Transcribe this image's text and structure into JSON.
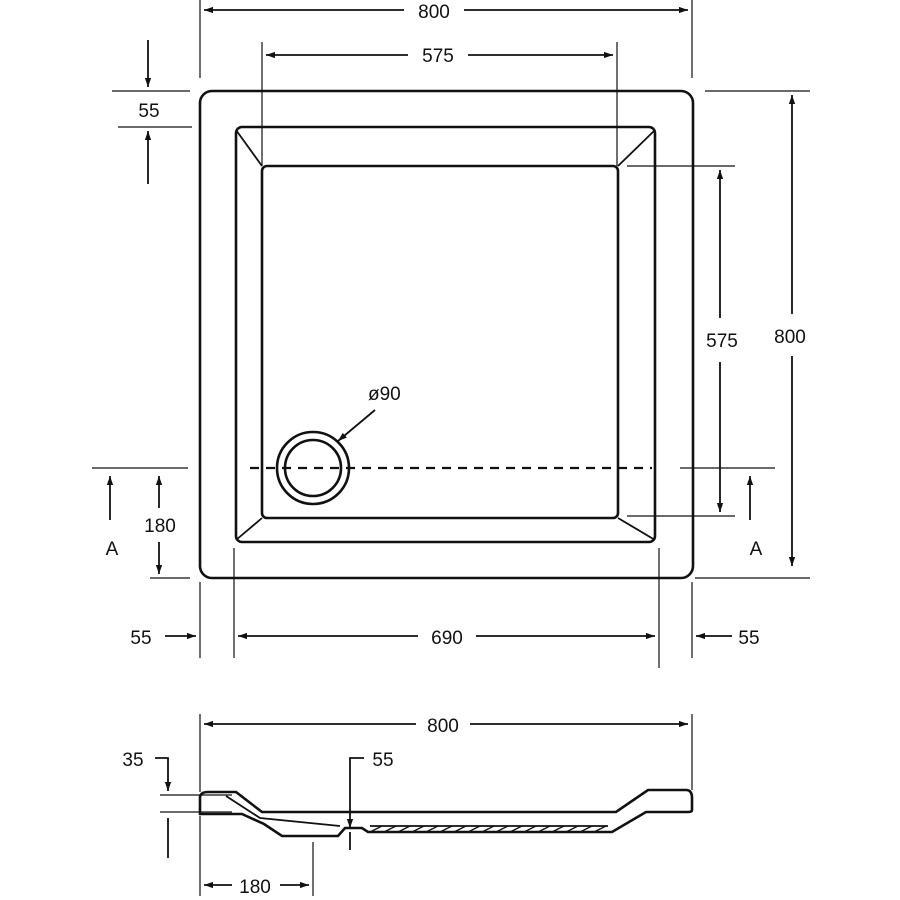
{
  "plan_view": {
    "overall_width": "800",
    "inner_width": "575",
    "rim_top": "55",
    "inner_height": "575",
    "overall_height": "800",
    "drain_diameter": "ø90",
    "drain_offset": "180",
    "section_left": "A",
    "section_right": "A",
    "rim_left": "55",
    "base_width": "690",
    "rim_right": "55"
  },
  "section_view": {
    "overall_width": "800",
    "rim_height": "35",
    "depth": "55",
    "drain_offset": "180"
  }
}
